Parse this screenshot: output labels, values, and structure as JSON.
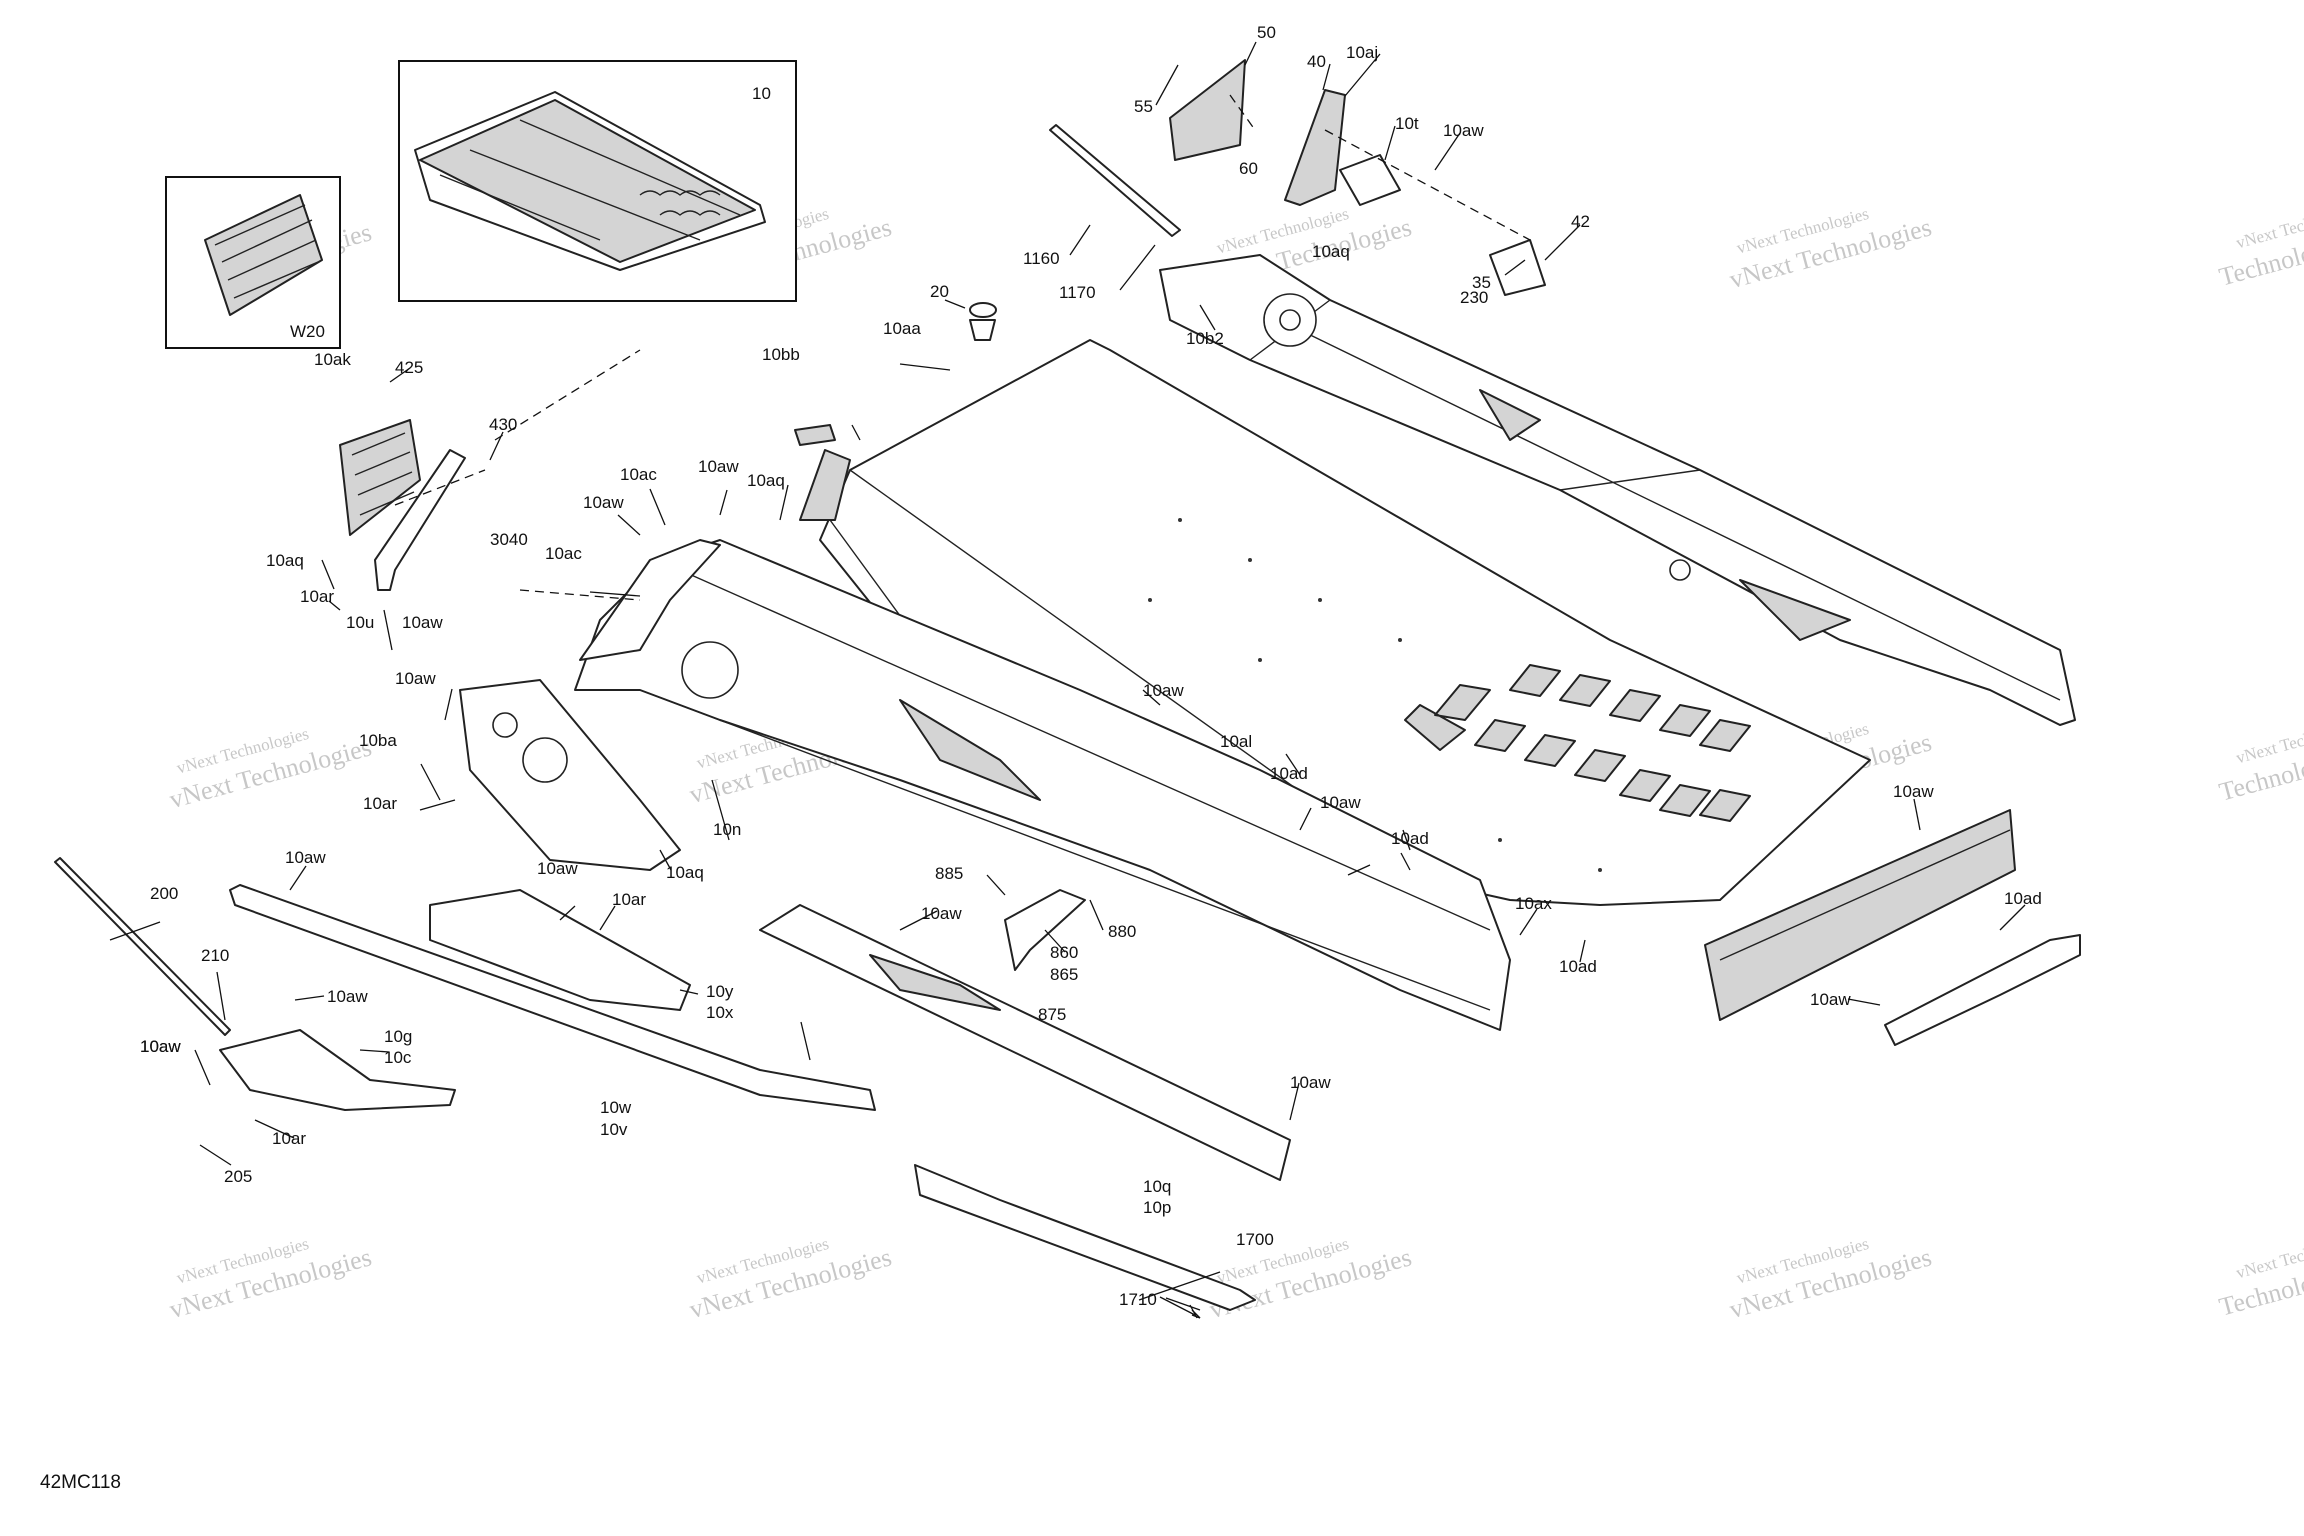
{
  "diagram_code": "42MC118",
  "watermark": {
    "line1": "vNext Technologies",
    "line2": "Technologies"
  },
  "callouts": [
    "10",
    "W20",
    "50",
    "55",
    "60",
    "40",
    "10aj",
    "10t",
    "10aw",
    "10aq",
    "1160",
    "1170",
    "10b2",
    "42",
    "230",
    "35",
    "20",
    "10bb",
    "10aa",
    "425",
    "10ak",
    "430",
    "10ac",
    "10aw",
    "10aq",
    "10aw",
    "3040",
    "10ac",
    "10aq",
    "10ar",
    "10u",
    "10aw",
    "10aw",
    "10ba",
    "10ar",
    "10aq",
    "10n",
    "10aw",
    "10al",
    "10ad",
    "10aw",
    "10ad",
    "10ax",
    "10ad",
    "10aw",
    "10ad",
    "10aw",
    "10aw",
    "200",
    "10aw",
    "10ar",
    "210",
    "10aw",
    "10y",
    "10x",
    "10aw",
    "10g",
    "10c",
    "10aw",
    "10ar",
    "205",
    "10w",
    "10v",
    "885",
    "10aw",
    "860",
    "865",
    "880",
    "875",
    "10aw",
    "10q",
    "10p",
    "1700",
    "1710"
  ]
}
